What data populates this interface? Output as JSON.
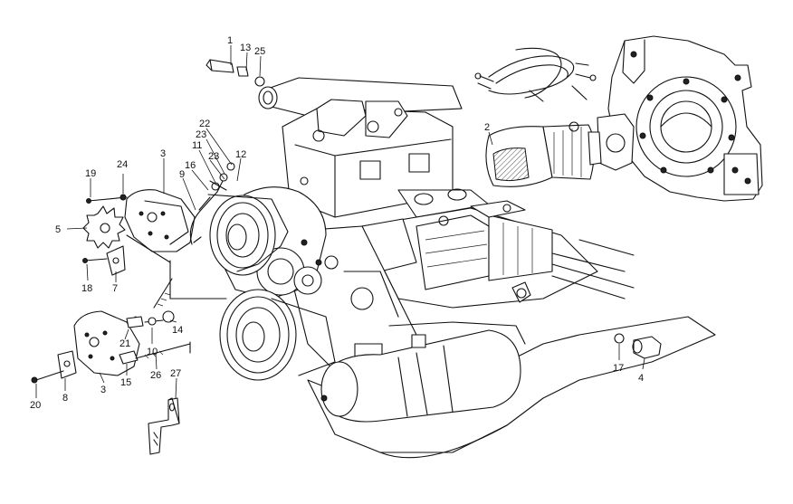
{
  "callouts": [
    {
      "id": "c1",
      "text": "1"
    },
    {
      "id": "c13",
      "text": "13"
    },
    {
      "id": "c25",
      "text": "25"
    },
    {
      "id": "c2",
      "text": "2"
    },
    {
      "id": "c22",
      "text": "22"
    },
    {
      "id": "c23a",
      "text": "23"
    },
    {
      "id": "c11",
      "text": "11"
    },
    {
      "id": "c16",
      "text": "16"
    },
    {
      "id": "c23b",
      "text": "23"
    },
    {
      "id": "c3a",
      "text": "3"
    },
    {
      "id": "c9",
      "text": "9"
    },
    {
      "id": "c12",
      "text": "12"
    },
    {
      "id": "c19",
      "text": "19"
    },
    {
      "id": "c24",
      "text": "24"
    },
    {
      "id": "c5",
      "text": "5"
    },
    {
      "id": "c18",
      "text": "18"
    },
    {
      "id": "c7",
      "text": "7"
    },
    {
      "id": "c10",
      "text": "10"
    },
    {
      "id": "c14",
      "text": "14"
    },
    {
      "id": "c21",
      "text": "21"
    },
    {
      "id": "c20",
      "text": "20"
    },
    {
      "id": "c8",
      "text": "8"
    },
    {
      "id": "c3b",
      "text": "3"
    },
    {
      "id": "c15",
      "text": "15"
    },
    {
      "id": "c26",
      "text": "26"
    },
    {
      "id": "c27",
      "text": "27"
    },
    {
      "id": "c17",
      "text": "17"
    },
    {
      "id": "c4",
      "text": "4"
    }
  ]
}
